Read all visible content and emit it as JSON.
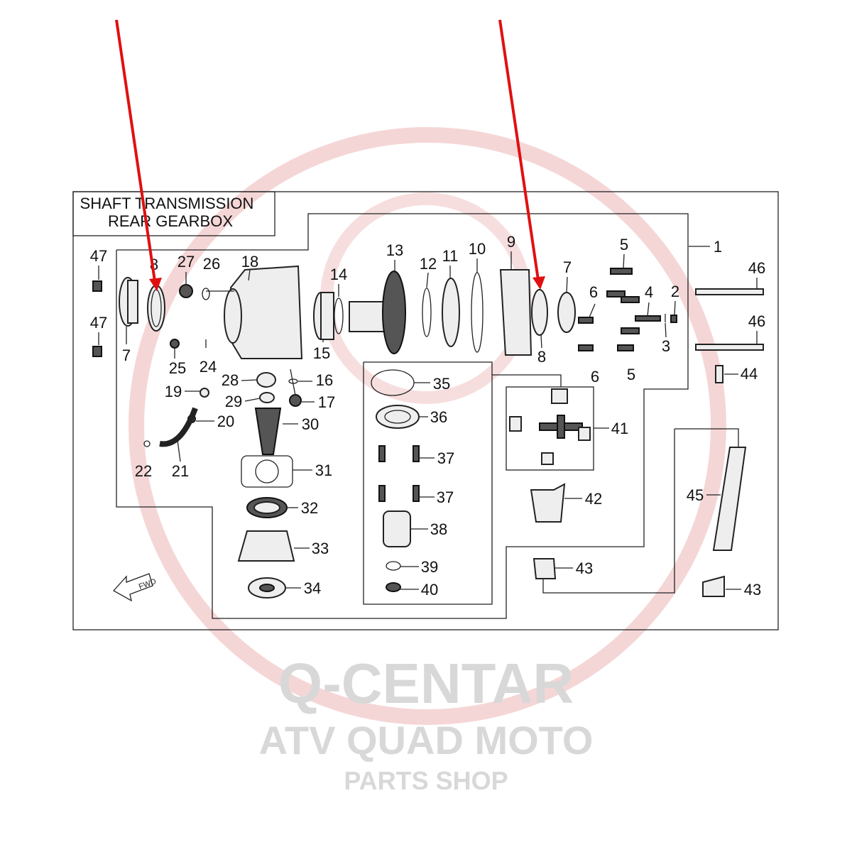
{
  "title": {
    "line1": "SHAFT TRANSMISSION",
    "line2": "REAR GEARBOX"
  },
  "watermark": {
    "brand": "Q-CENTAR",
    "line2": "ATV QUAD MOTO",
    "line3": "PARTS SHOP"
  },
  "fwd_label": "FWD",
  "callouts": [
    "47",
    "47",
    "7",
    "8",
    "27",
    "26",
    "18",
    "25",
    "24",
    "14",
    "15",
    "13",
    "12",
    "11",
    "10",
    "9",
    "8",
    "7",
    "5",
    "6",
    "4",
    "2",
    "3",
    "6",
    "5",
    "1",
    "46",
    "46",
    "44",
    "28",
    "29",
    "16",
    "17",
    "19",
    "20",
    "30",
    "22",
    "21",
    "31",
    "32",
    "33",
    "34",
    "35",
    "36",
    "37",
    "37",
    "38",
    "39",
    "40",
    "41",
    "42",
    "43",
    "45",
    "43"
  ],
  "colors": {
    "arrow": "#e01010",
    "watermark": "#f3c9c9"
  }
}
